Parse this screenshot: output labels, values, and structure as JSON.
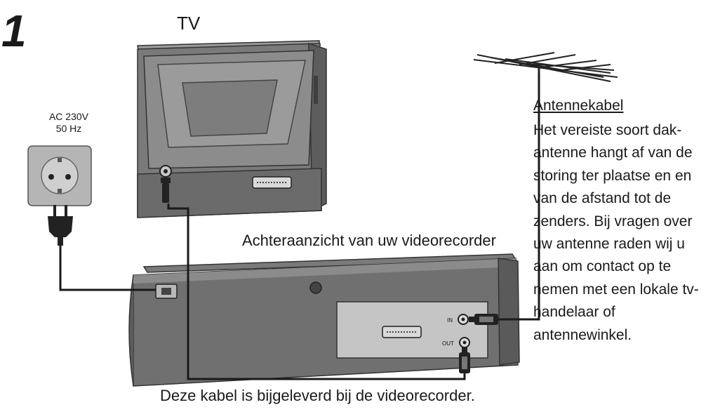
{
  "step": "1",
  "tv_label": "TV",
  "power": {
    "line1": "AC 230V",
    "line2": "50 Hz"
  },
  "vcr_rear_label": "Achteraanzicht van uw videorecorder",
  "antenna": {
    "title": "Antennekabel",
    "lines": [
      "Het vereiste soort dak-",
      "antenne hangt af van de",
      "storing ter plaatse en en",
      "van de afstand tot de",
      "zenders. Bij vragen over",
      "uw antenne raden wij u",
      "aan om contact op te",
      "nemen met een lokale tv-",
      "handelaar of",
      "antennewinkel."
    ]
  },
  "vcr_jacks": {
    "in": "IN",
    "out": "OUT"
  },
  "cable_note": "Deze kabel is bijgeleverd bij de videorecorder.",
  "colors": {
    "device_dark": "#6f6f6f",
    "device_mid": "#8c8c8c",
    "device_light": "#b9b9b9",
    "cable": "#1a1a1a"
  }
}
